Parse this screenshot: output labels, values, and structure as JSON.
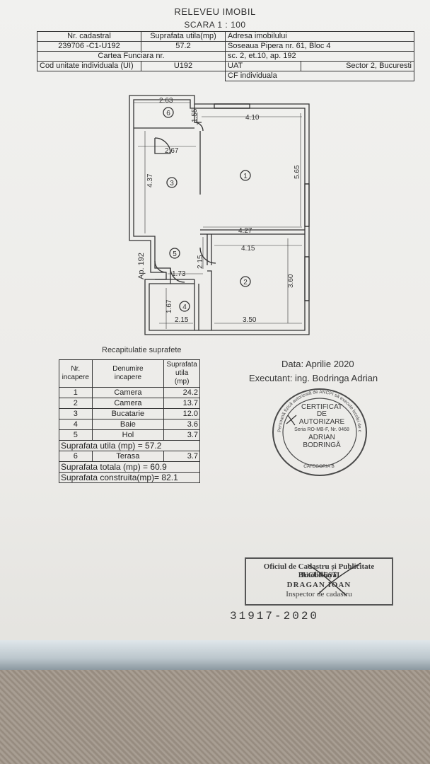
{
  "header": {
    "title": "RELEVEU IMOBIL",
    "scale": "SCARA  1 : 100"
  },
  "info_table": {
    "col_cadastral": "Nr. cadastral",
    "col_area": "Suprafata utila(mp)",
    "col_address": "Adresa imobilului",
    "cadastral_no": "239706 -C1-U192",
    "area": "57.2",
    "address_line1": "Soseaua Pipera nr. 61, Bloc 4",
    "address_line2": "sc. 2, et.10, ap. 192",
    "carte_funciara": "Cartea Funciara nr.",
    "uat_label": "UAT",
    "uat_value": "Sector 2, Bucuresti",
    "cod_label": "Cod unitate individuala (UI)",
    "cod_value": "U192",
    "cf_label": "CF individuala"
  },
  "plan": {
    "apartment_label": "Ap. 192",
    "rooms": [
      "1",
      "2",
      "3",
      "4",
      "5",
      "6"
    ],
    "dimensions": {
      "d_2_63": "2.63",
      "d_1_55": "1.55",
      "d_4_10": "4.10",
      "d_2_67": "2.67",
      "d_4_37": "4.37",
      "d_5_65": "5.65",
      "d_4_27": "4.27",
      "d_4_15": "4.15",
      "d_2_15_v": "2.15",
      "d_1_73": "1.73",
      "d_3_60": "3.60",
      "d_1_67": "1.67",
      "d_2_15_h": "2.15",
      "d_3_50": "3.50"
    }
  },
  "recap": {
    "title": "Recapitulatie suprafete",
    "col_nr": "Nr.\nincapere",
    "col_name": "Denumire\nincapere",
    "col_area": "Suprafata\nutila\n(mp)",
    "rows": [
      {
        "nr": "1",
        "name": "Camera",
        "area": "24.2"
      },
      {
        "nr": "2",
        "name": "Camera",
        "area": "13.7"
      },
      {
        "nr": "3",
        "name": "Bucatarie",
        "area": "12.0"
      },
      {
        "nr": "4",
        "name": "Baie",
        "area": "3.6"
      },
      {
        "nr": "5",
        "name": "Hol",
        "area": "3.7"
      }
    ],
    "useful_total": "Suprafata utila (mp) = 57.2",
    "terrace": {
      "nr": "6",
      "name": "Terasa",
      "area": "3.7"
    },
    "total": "Suprafata totala (mp) = 60.9",
    "built": "Suprafata construita(mp)= 82.1"
  },
  "signature": {
    "date": "Data: Aprilie 2020",
    "executant": "Executant: ing. Bodringa  Adrian"
  },
  "round_stamp": {
    "line1": "CERTIFICAT",
    "line2": "DE",
    "line3": "AUTORIZARE",
    "line4": "Seria RO-MB-F, Nr. 0468",
    "line5": "ADRIAN",
    "line6": "BODRINGĂ",
    "bottom": "CATEGORIA B",
    "ring_text": "Persoană fizică autorizată de ANCPI să execute lucrări de cadastru, geodezie și cartografie"
  },
  "office_stamp": {
    "line1": "Oficiul de Cadastru și Publicitate Imobiliară",
    "line2": "BUCUREȘTI",
    "line3": "DRAGAN IOAN",
    "line4": "Inspector de cadastru"
  },
  "registration_number": "31917-2020",
  "colors": {
    "paper": "#eeeeec",
    "ink": "#333333",
    "stamp": "#4a4a4a"
  }
}
